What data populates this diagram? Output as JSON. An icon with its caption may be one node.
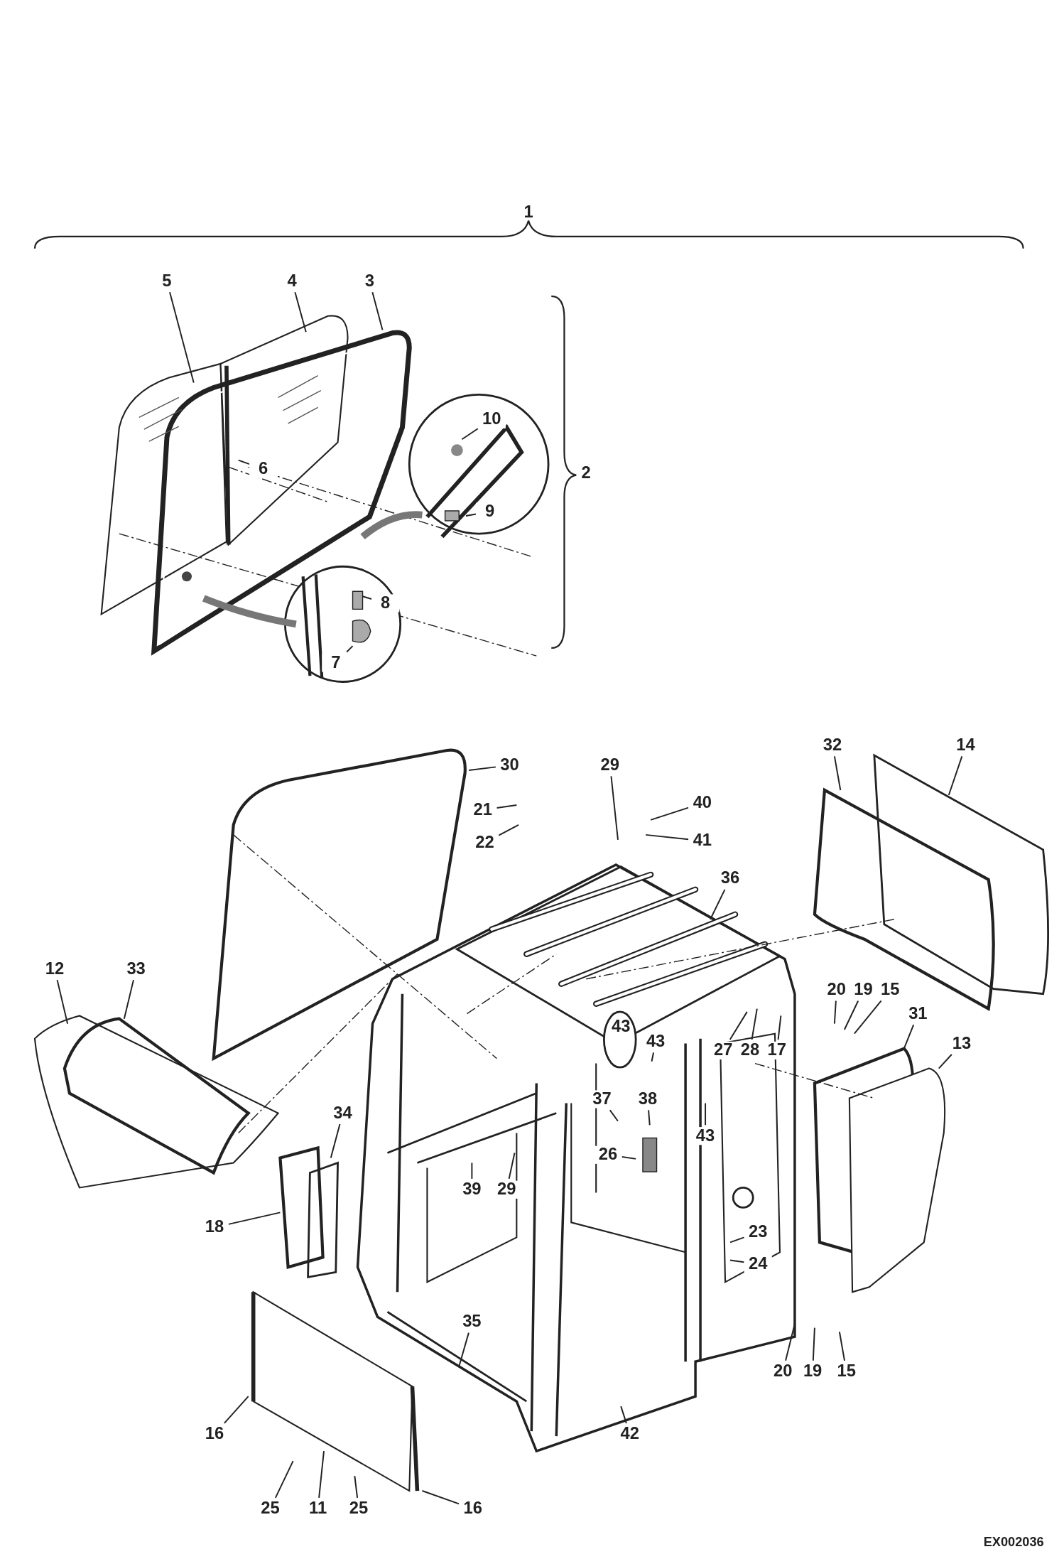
{
  "diagram": {
    "nodes": [
      {
        "text": [
          "5"
        ]
      },
      {
        "text": [
          "4"
        ]
      },
      {
        "text": [
          "3"
        ]
      },
      {
        "text": [
          "10"
        ]
      },
      {
        "text": [
          "6"
        ]
      },
      {
        "text": [
          "9"
        ]
      },
      {
        "text": [
          "8"
        ]
      },
      {
        "text": [
          "7"
        ]
      },
      {
        "text": [
          "32"
        ]
      },
      {
        "text": [
          "14"
        ]
      },
      {
        "text": [
          "30"
        ]
      },
      {
        "text": [
          "29"
        ]
      },
      {
        "text": [
          "40"
        ]
      },
      {
        "text": [
          "21"
        ]
      },
      {
        "text": [
          "41"
        ]
      },
      {
        "text": [
          "22"
        ]
      },
      {
        "text": [
          "36"
        ]
      },
      {
        "text": [
          "12"
        ]
      },
      {
        "text": [
          "33"
        ]
      },
      {
        "text": [
          "20"
        ]
      },
      {
        "text": [
          "19"
        ]
      },
      {
        "text": [
          "15"
        ]
      },
      {
        "text": [
          "31"
        ]
      },
      {
        "text": [
          "13"
        ]
      },
      {
        "text": [
          "43"
        ]
      },
      {
        "text": [
          "27"
        ]
      },
      {
        "text": [
          "28"
        ]
      },
      {
        "text": [
          "17"
        ]
      },
      {
        "text": [
          "37"
        ]
      },
      {
        "text": [
          "38"
        ]
      },
      {
        "text": [
          "34"
        ]
      },
      {
        "text": [
          "43"
        ]
      },
      {
        "text": [
          "26"
        ]
      },
      {
        "text": [
          "39"
        ]
      },
      {
        "text": [
          "29"
        ]
      },
      {
        "text": [
          "18"
        ]
      },
      {
        "text": [
          "23"
        ]
      },
      {
        "text": [
          "24"
        ]
      },
      {
        "text": [
          "35"
        ]
      },
      {
        "text": [
          "20"
        ]
      },
      {
        "text": [
          "19"
        ]
      },
      {
        "text": [
          "15"
        ]
      },
      {
        "text": [
          "16"
        ]
      },
      {
        "text": [
          "42"
        ]
      },
      {
        "text": [
          "25"
        ]
      },
      {
        "text": [
          "11"
        ]
      },
      {
        "text": [
          "25"
        ]
      },
      {
        "text": [
          "16"
        ]
      }
    ],
    "edges": [
      {
        "from": 0,
        "to": null,
        "arrow": "none"
      },
      {
        "from": 1,
        "to": null,
        "arrow": "none"
      },
      {
        "from": 2,
        "to": null,
        "arrow": "none"
      },
      {
        "from": 3,
        "to": null,
        "arrow": "none"
      },
      {
        "from": 4,
        "to": null,
        "arrow": "none"
      },
      {
        "from": 5,
        "to": null,
        "arrow": "none"
      },
      {
        "from": 6,
        "to": null,
        "arrow": "none"
      },
      {
        "from": 7,
        "to": null,
        "arrow": "none"
      },
      {
        "from": 8,
        "to": null,
        "arrow": "none"
      },
      {
        "from": 9,
        "to": null,
        "arrow": "none"
      },
      {
        "from": 10,
        "to": null,
        "arrow": "none"
      },
      {
        "from": 11,
        "to": null,
        "arrow": "none"
      },
      {
        "from": 12,
        "to": null,
        "arrow": "none"
      },
      {
        "from": 13,
        "to": null,
        "arrow": "none"
      },
      {
        "from": 14,
        "to": null,
        "arrow": "none"
      },
      {
        "from": 15,
        "to": null,
        "arrow": "none"
      },
      {
        "from": 16,
        "to": null,
        "arrow": "none"
      },
      {
        "from": 17,
        "to": null,
        "arrow": "none"
      },
      {
        "from": 18,
        "to": null,
        "arrow": "none"
      },
      {
        "from": 19,
        "to": null,
        "arrow": "none"
      },
      {
        "from": 20,
        "to": null,
        "arrow": "none"
      },
      {
        "from": 21,
        "to": null,
        "arrow": "none"
      },
      {
        "from": 22,
        "to": null,
        "arrow": "none"
      },
      {
        "from": 23,
        "to": null,
        "arrow": "none"
      },
      {
        "from": 24,
        "to": null,
        "arrow": "none"
      },
      {
        "from": 25,
        "to": null,
        "arrow": "none"
      },
      {
        "from": 26,
        "to": null,
        "arrow": "none"
      },
      {
        "from": 27,
        "to": null,
        "arrow": "none"
      },
      {
        "from": 28,
        "to": null,
        "arrow": "none"
      },
      {
        "from": 29,
        "to": null,
        "arrow": "none"
      },
      {
        "from": 30,
        "to": null,
        "arrow": "none"
      },
      {
        "from": 31,
        "to": null,
        "arrow": "none"
      },
      {
        "from": 32,
        "to": null,
        "arrow": "none"
      },
      {
        "from": 33,
        "to": null,
        "arrow": "none"
      },
      {
        "from": 34,
        "to": null,
        "arrow": "none"
      },
      {
        "from": 35,
        "to": null,
        "arrow": "none"
      },
      {
        "from": 36,
        "to": null,
        "arrow": "none"
      },
      {
        "from": 37,
        "to": null,
        "arrow": "none"
      },
      {
        "from": 38,
        "to": null,
        "arrow": "none"
      },
      {
        "from": 39,
        "to": null,
        "arrow": "none"
      },
      {
        "from": 40,
        "to": null,
        "arrow": "none"
      },
      {
        "from": 41,
        "to": null,
        "arrow": "none"
      },
      {
        "from": 42,
        "to": null,
        "arrow": "none"
      },
      {
        "from": 43,
        "to": null,
        "arrow": "none"
      },
      {
        "from": 44,
        "to": null,
        "arrow": "none"
      },
      {
        "from": 45,
        "to": null,
        "arrow": "none"
      },
      {
        "from": 46,
        "to": null,
        "arrow": "none"
      },
      {
        "from": 47,
        "to": null,
        "arrow": "none"
      }
    ],
    "labels": [
      "1",
      "2",
      "43",
      "EX002036"
    ]
  }
}
